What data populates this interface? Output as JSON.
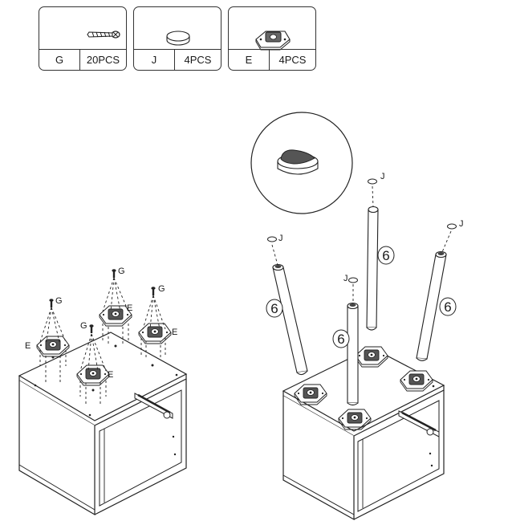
{
  "parts": [
    {
      "id": "G",
      "qty": "20PCS",
      "icon": "screw-icon"
    },
    {
      "id": "J",
      "qty": "4PCS",
      "icon": "glide-pad-icon"
    },
    {
      "id": "E",
      "qty": "4PCS",
      "icon": "mounting-plate-icon"
    }
  ],
  "callouts": {
    "g": "G",
    "e": "E",
    "j": "J",
    "step": "6"
  }
}
